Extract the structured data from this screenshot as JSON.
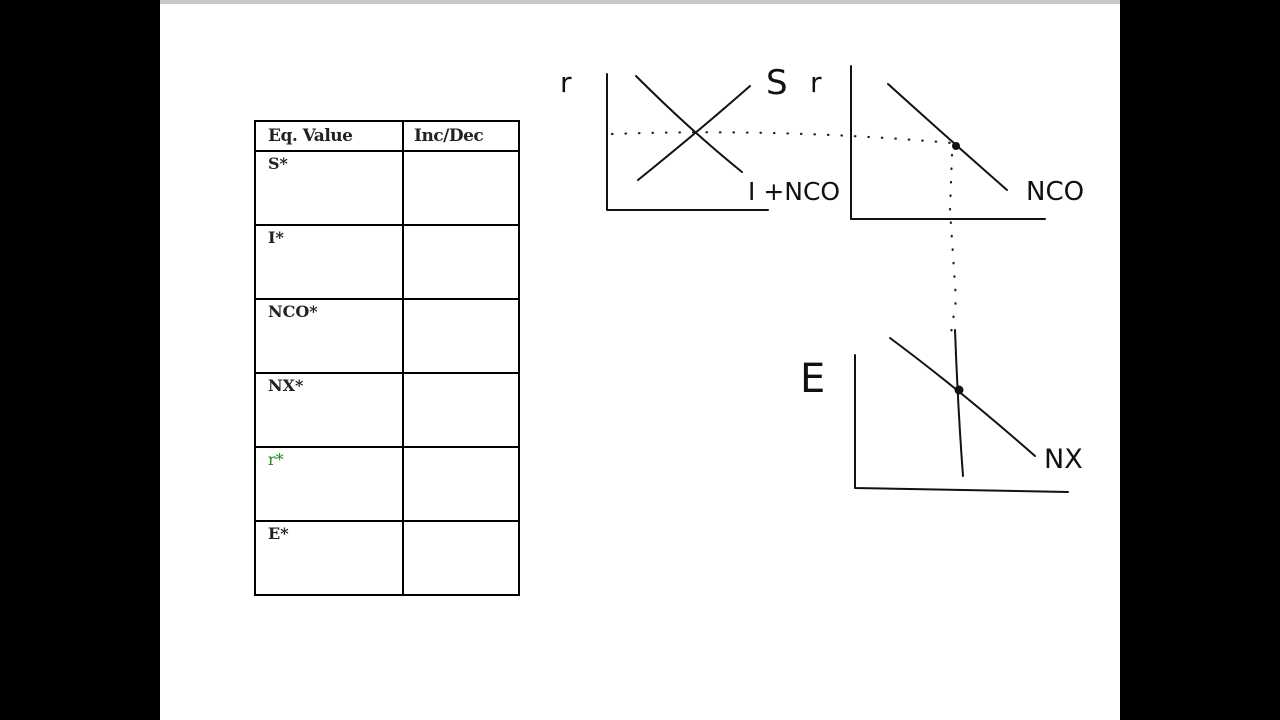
{
  "table": {
    "headers": [
      "Eq. Value",
      "Inc/Dec"
    ],
    "rows": [
      {
        "label": "S*",
        "value": ""
      },
      {
        "label": "I*",
        "value": ""
      },
      {
        "label": "NCO*",
        "value": ""
      },
      {
        "label": "NX*",
        "value": ""
      },
      {
        "label": "r*",
        "value": ""
      },
      {
        "label": "E*",
        "value": ""
      }
    ]
  },
  "graphs": {
    "loanable_funds": {
      "y_label": "r",
      "supply_label": "S",
      "demand_label": "I +NCO"
    },
    "nco": {
      "y_label": "r",
      "curve_label": "NCO"
    },
    "forex": {
      "y_label": "E",
      "curve_label": "NX"
    }
  },
  "colors": {
    "ink": "#111111",
    "highlight": "#1a8a1a",
    "frame": "#000000",
    "page": "#ffffff"
  }
}
